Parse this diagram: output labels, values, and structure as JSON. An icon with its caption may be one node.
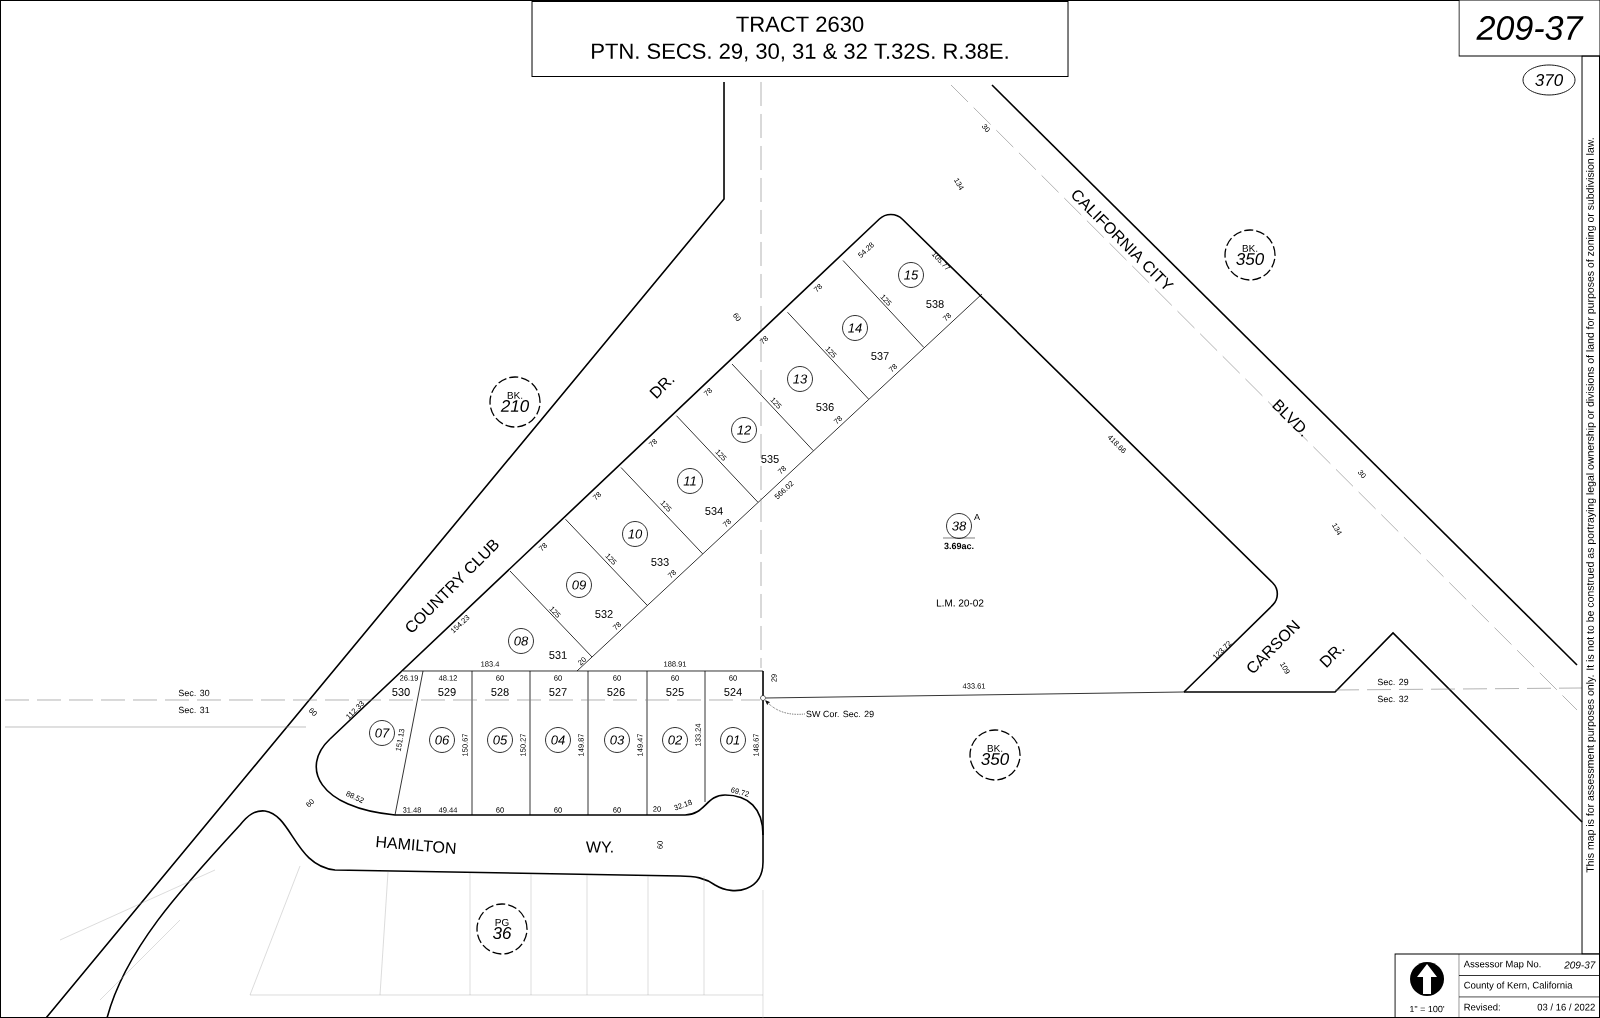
{
  "diagram": {
    "nodes": [
      {
        "text": [
          "TRACT 2630",
          "PTN. SECS. 29, 30, 31 & 32 T.32S. R.38E."
        ]
      },
      {
        "text": [
          "209-37"
        ]
      },
      {
        "text": [
          "370"
        ]
      },
      {
        "text": [
          "This map is for assessment purposes only. It is not to be construed as portraying legal ownership or divisions of land for purposes of zoning or subdivision law."
        ]
      },
      {
        "text": [
          "BK.",
          "210"
        ]
      },
      {
        "text": [
          "BK.",
          "350"
        ]
      },
      {
        "text": [
          "15"
        ]
      },
      {
        "text": [
          "14"
        ]
      },
      {
        "text": [
          "13"
        ]
      },
      {
        "text": [
          "12"
        ]
      },
      {
        "text": [
          "11"
        ]
      },
      {
        "text": [
          "10"
        ]
      },
      {
        "text": [
          "09"
        ]
      },
      {
        "text": [
          "38"
        ],
        "beside": [
          "A",
          "3.69ac."
        ]
      },
      {
        "text": [
          "08"
        ]
      },
      {
        "text": [
          "07"
        ]
      },
      {
        "text": [
          "06"
        ]
      },
      {
        "text": [
          "05"
        ]
      },
      {
        "text": [
          "04"
        ]
      },
      {
        "text": [
          "03"
        ]
      },
      {
        "text": [
          "02"
        ]
      },
      {
        "text": [
          "01"
        ]
      },
      {
        "text": [
          "SW Cor. Sec. 29"
        ]
      },
      {
        "text": [
          "BK.",
          "350"
        ]
      },
      {
        "text": [
          "PG",
          "36"
        ]
      },
      {
        "text": [],
        "shape": "circle"
      }
    ],
    "edges": [
      {
        "from": 22,
        "to": 25,
        "arrow": "to",
        "style": "dashed"
      }
    ],
    "labels": [
      "30",
      "134",
      "CALIFORNIA CITY",
      "54.28",
      "105.77",
      "78",
      "538",
      "125",
      "60",
      "78",
      "78",
      "537",
      "125",
      "78",
      "DR.",
      "78",
      "536",
      "125",
      "BLVD.",
      "78",
      "78",
      "418.66",
      "535",
      "125",
      "78",
      "30",
      "566.02",
      "78",
      "534",
      "125",
      "78",
      "134",
      "78",
      "533",
      "125",
      "78",
      "COUNTRY CLUB",
      "L.M. 20-02",
      "532",
      "125",
      "154.23",
      "78",
      "CARSON",
      "123.72",
      "DR.",
      "183.4",
      "531",
      "20",
      "188.91",
      "109",
      "26.19",
      "48.12",
      "60",
      "60",
      "60",
      "60",
      "60",
      "29",
      "433.61",
      "Sec. 29",
      "Sec. 30",
      "530",
      "529",
      "528",
      "527",
      "526",
      "525",
      "524",
      "Sec. 32",
      "Sec. 31",
      "112.33",
      "60",
      "151.13",
      "150.67",
      "150.27",
      "149.87",
      "149.47",
      "133.24",
      "148.67",
      "69.72",
      "88.52",
      "60",
      "31.48",
      "49.44",
      "60",
      "60",
      "60",
      "20",
      "32.18",
      "HAMILTON",
      "WY.",
      "60",
      "Assessor Map No.",
      "209-37",
      "County of Kern, California",
      "1\" = 100'",
      "Revised:",
      "03 / 16 / 2022"
    ]
  }
}
